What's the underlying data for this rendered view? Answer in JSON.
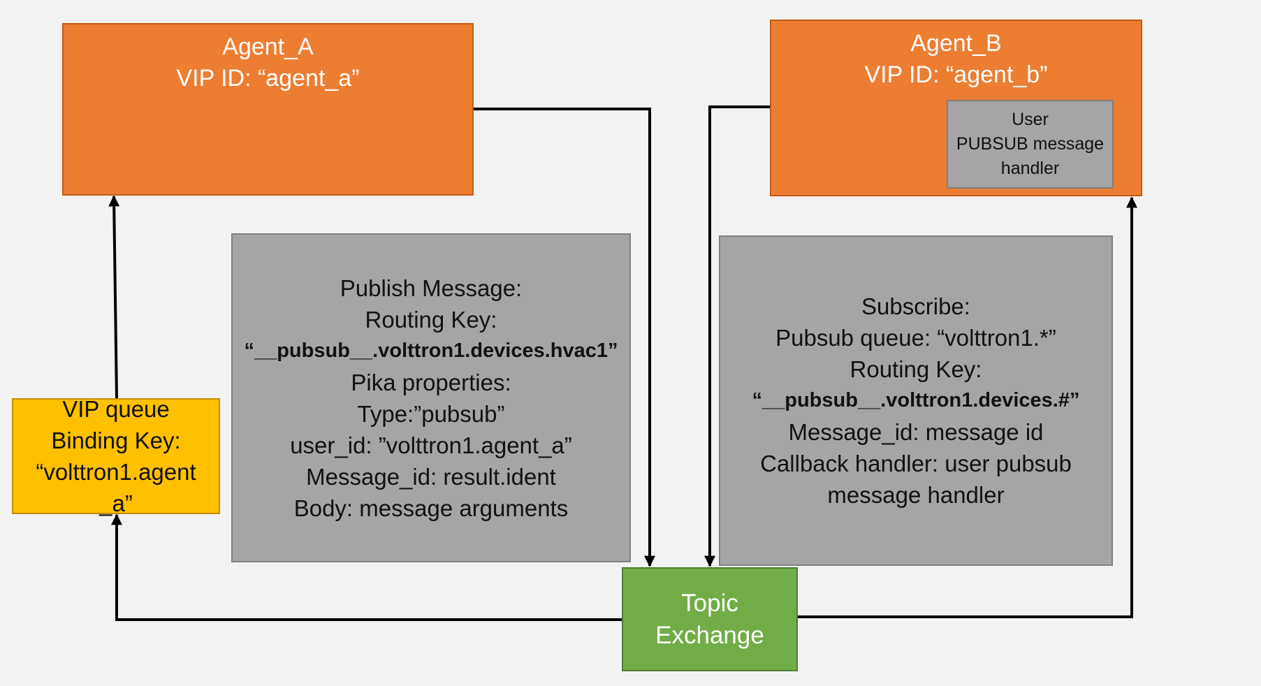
{
  "agent_a": {
    "title": "Agent_A",
    "vip_id": "VIP ID: “agent_a”"
  },
  "agent_b": {
    "title": "Agent_B",
    "vip_id": "VIP ID: “agent_b”",
    "handler": [
      "User",
      "PUBSUB message",
      "handler"
    ]
  },
  "publish": {
    "lines": [
      "Publish Message:",
      "Routing Key:",
      "“__pubsub__.volttron1.devices.hvac1”",
      "Pika properties:",
      "Type:”pubsub”",
      "user_id: ”volttron1.agent_a”",
      "Message_id: result.ident",
      "Body: message arguments"
    ]
  },
  "subscribe": {
    "lines": [
      "Subscribe:",
      "Pubsub queue: “volttron1.*”",
      "Routing Key:",
      "“__pubsub__.volttron1.devices.#”",
      "Message_id: message id",
      "Callback handler: user pubsub",
      "message handler"
    ]
  },
  "vip_queue": {
    "lines": [
      "VIP queue",
      "Binding Key:",
      "“volttron1.agent",
      "_a”"
    ]
  },
  "topic_exchange": {
    "lines": [
      "Topic",
      "Exchange"
    ]
  }
}
